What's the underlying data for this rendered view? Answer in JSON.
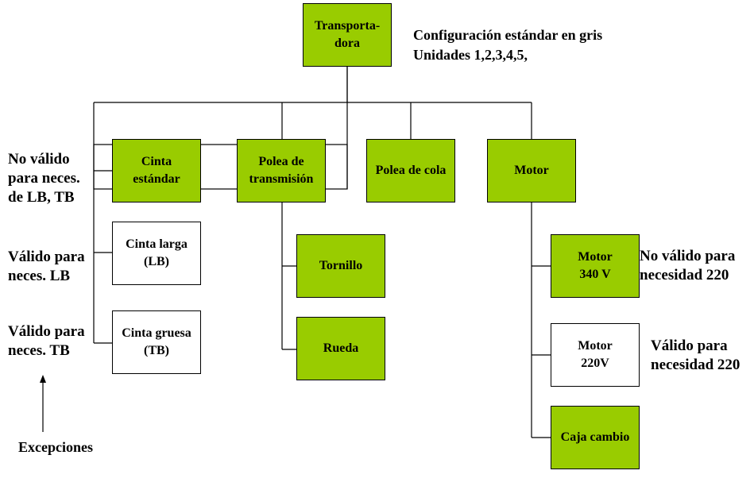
{
  "nodes": {
    "transportadora": "Transporta-\ndora",
    "cinta_estandar": "Cinta\nestándar",
    "polea_transmision": "Polea de\ntransmisión",
    "polea_cola": "Polea de cola",
    "motor": "Motor",
    "cinta_larga": "Cinta larga\n(LB)",
    "cinta_gruesa": "Cinta gruesa\n(TB)",
    "tornillo": "Tornillo",
    "rueda": "Rueda",
    "motor_340": "Motor\n340 V",
    "motor_220": "Motor\n220V",
    "caja_cambio": "Caja cambio"
  },
  "notes": {
    "config_line1": "Configuración  estándar en gris",
    "config_line2": "Unidades  1,2,3,4,5,",
    "no_valido_lb_tb": "No válido\npara  neces.\nde LB, TB",
    "valido_lb": "Válido para\nneces. LB",
    "valido_tb": "Válido para\nneces. TB",
    "excepciones": "Excepciones",
    "no_valido_220": "No válido para\nnecesidad 220",
    "valido_220": "Válido para\nnecesidad 220"
  },
  "colors": {
    "standard_fill": "#99cc00",
    "exception_fill": "#ffffff",
    "line": "#000000"
  }
}
